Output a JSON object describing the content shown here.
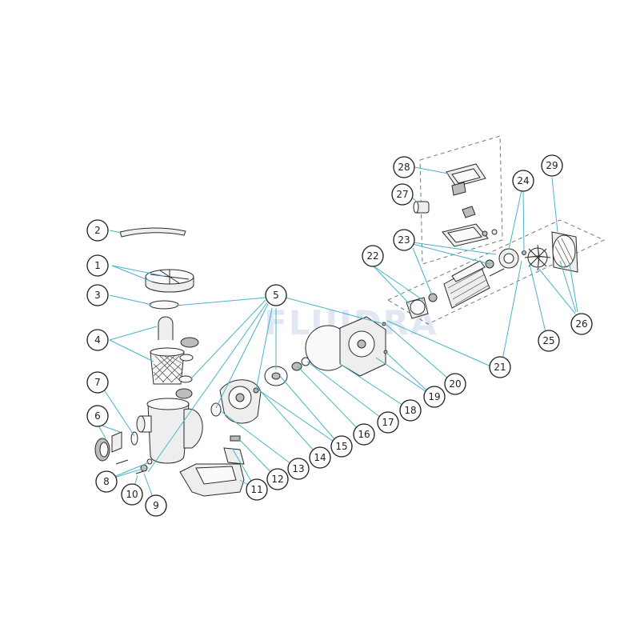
{
  "watermark": {
    "text": "FLUIDRA"
  },
  "colors": {
    "leader": "#4ab3c9",
    "outline": "#1e1e1e",
    "watermark": "#c9d5ea"
  },
  "callouts": [
    {
      "label": "1"
    },
    {
      "label": "2"
    },
    {
      "label": "3"
    },
    {
      "label": "4"
    },
    {
      "label": "5"
    },
    {
      "label": "6"
    },
    {
      "label": "7"
    },
    {
      "label": "8"
    },
    {
      "label": "9"
    },
    {
      "label": "10"
    },
    {
      "label": "11"
    },
    {
      "label": "12"
    },
    {
      "label": "13"
    },
    {
      "label": "14"
    },
    {
      "label": "15"
    },
    {
      "label": "16"
    },
    {
      "label": "17"
    },
    {
      "label": "18"
    },
    {
      "label": "19"
    },
    {
      "label": "20"
    },
    {
      "label": "21"
    },
    {
      "label": "22"
    },
    {
      "label": "23"
    },
    {
      "label": "24"
    },
    {
      "label": "25"
    },
    {
      "label": "26"
    },
    {
      "label": "27"
    },
    {
      "label": "28"
    },
    {
      "label": "29"
    }
  ]
}
